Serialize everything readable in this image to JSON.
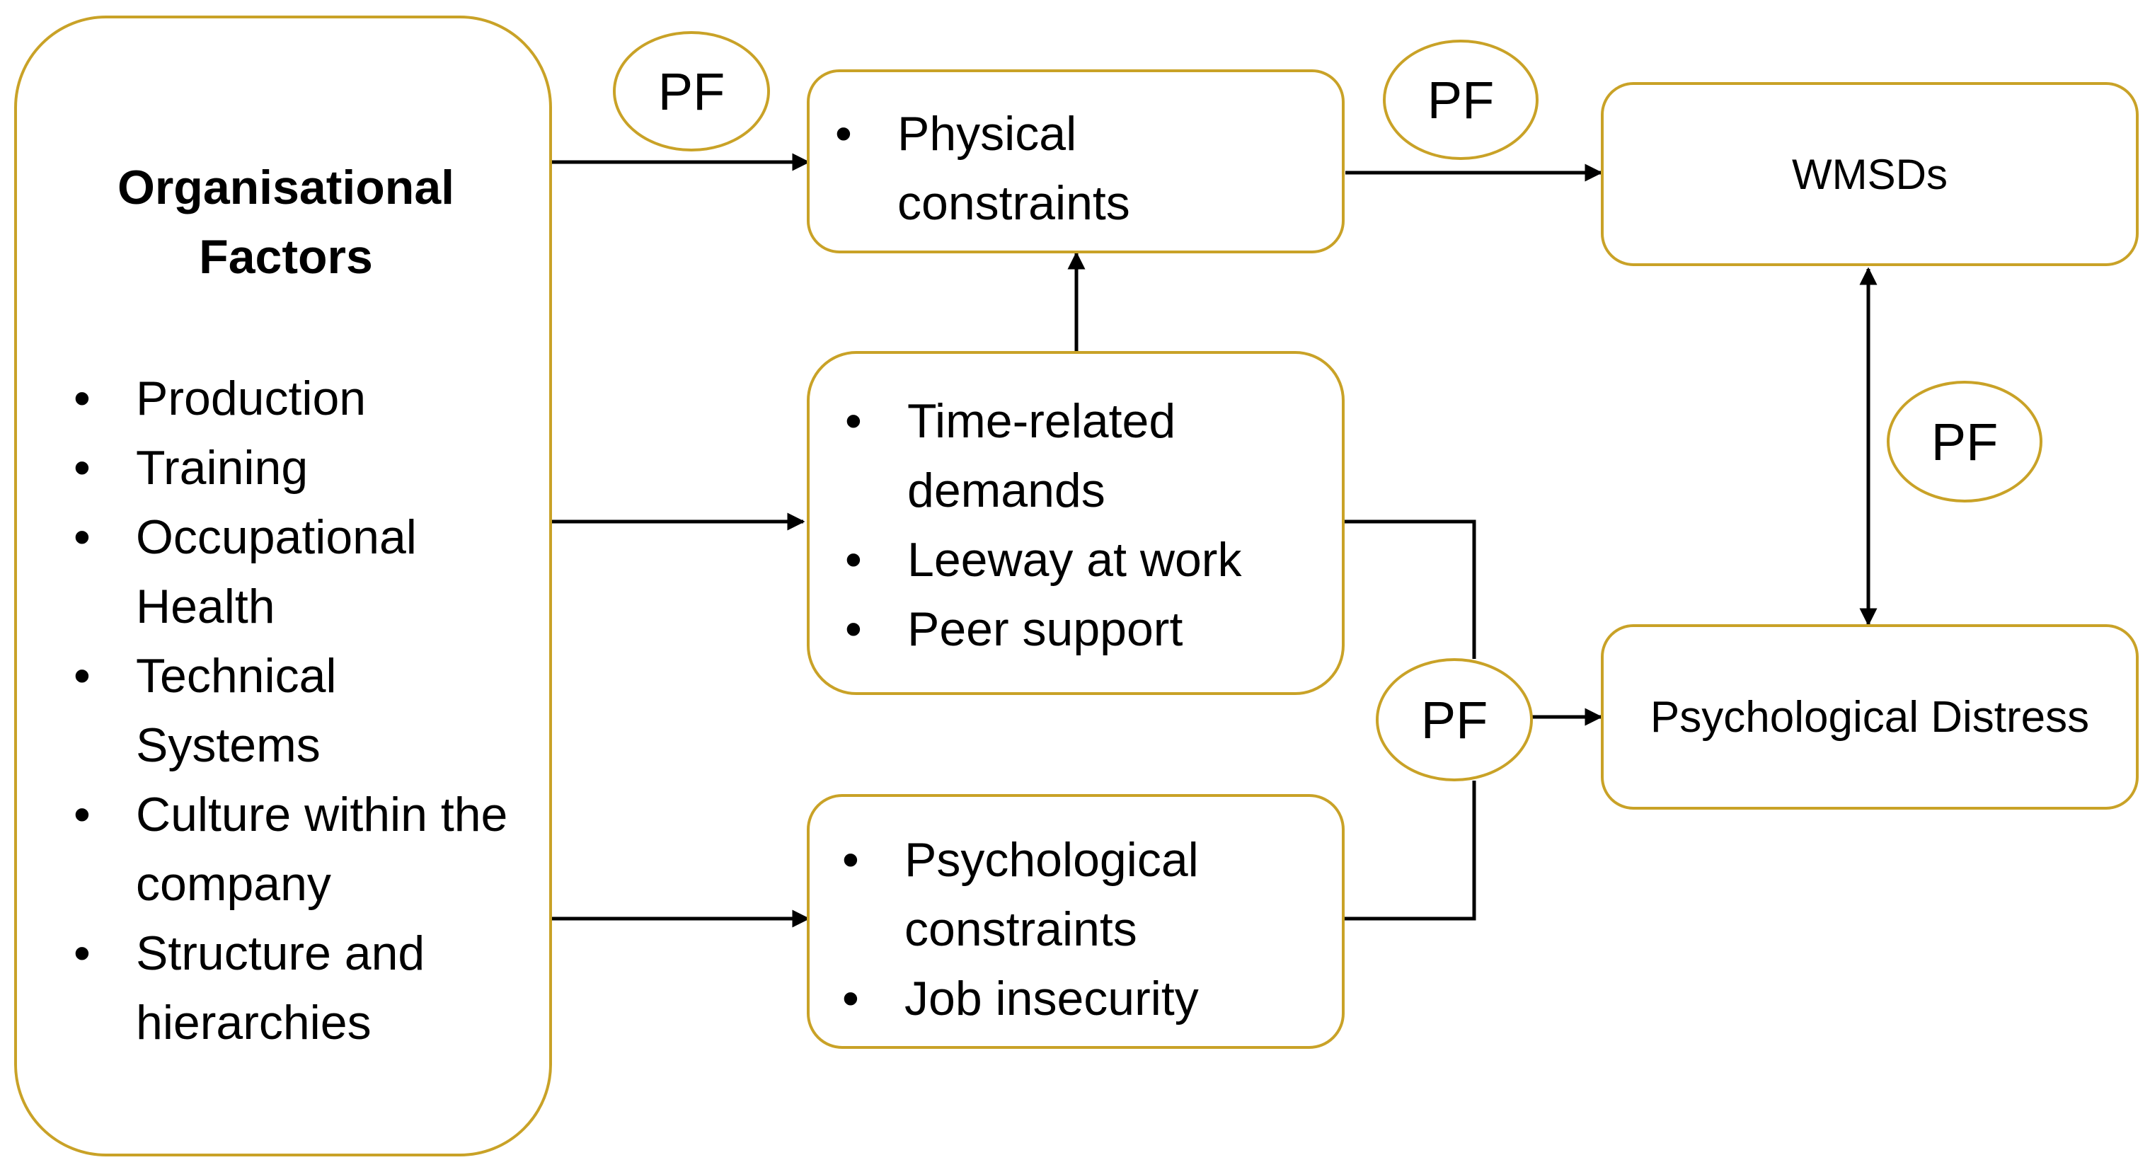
{
  "colors": {
    "box_border": "#C9A227",
    "arrow": "#000000"
  },
  "org_factors": {
    "title": "Organisational\nFactors",
    "items": [
      "Production",
      "Training",
      "Occupational Health",
      "Technical Systems",
      "Culture within the company",
      "Structure and hierarchies"
    ]
  },
  "physical_constraints": {
    "items": [
      "Physical constraints"
    ]
  },
  "time_demands": {
    "items": [
      "Time-related demands",
      "Leeway at work",
      "Peer support"
    ]
  },
  "psych_constraints": {
    "items": [
      "Psychological constraints",
      "Job insecurity"
    ]
  },
  "wmsds": {
    "label": "WMSDs"
  },
  "psych_distress": {
    "label": "Psychological Distress"
  },
  "pf_labels": [
    "PF",
    "PF",
    "PF",
    "PF"
  ]
}
